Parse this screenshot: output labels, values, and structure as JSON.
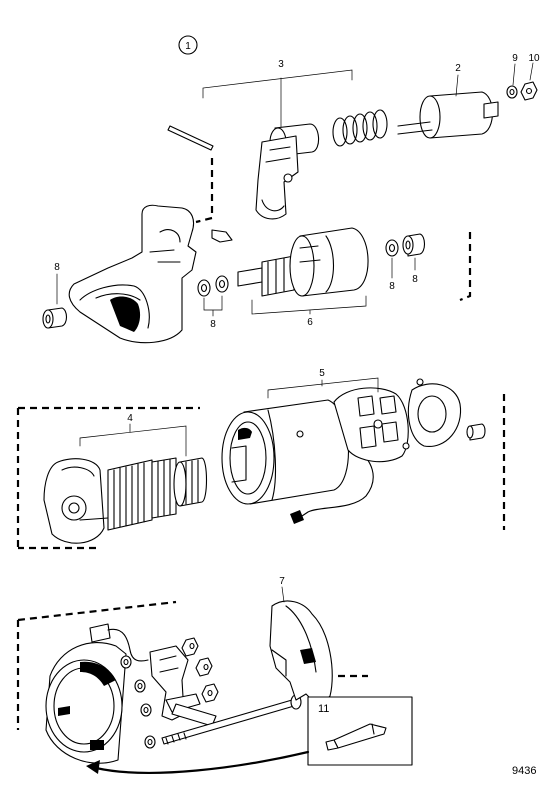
{
  "figure_ref": "1",
  "drawing_number": "9436",
  "callouts": {
    "c2": "2",
    "c3": "3",
    "c4": "4",
    "c5": "5",
    "c6": "6",
    "c7": "7",
    "c8a": "8",
    "c8b": "8",
    "c8c": "8",
    "c8d": "8",
    "c9": "9",
    "c10": "10",
    "c11": "11"
  }
}
